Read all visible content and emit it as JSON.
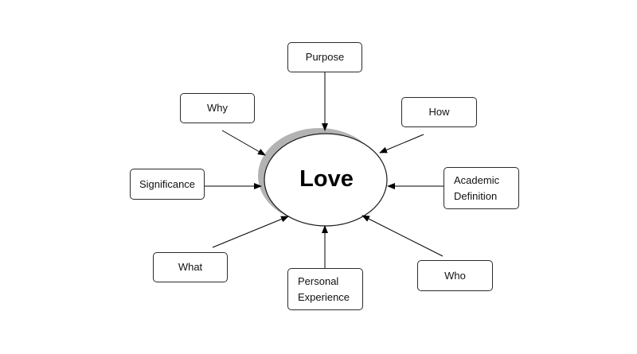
{
  "diagram": {
    "center": "Love",
    "nodes": {
      "purpose": "Purpose",
      "why": "Why",
      "how": "How",
      "significance": "Significance",
      "academic_definition": [
        "Academic",
        "Definition"
      ],
      "what": "What",
      "personal_experience": [
        "Personal",
        "Experience"
      ],
      "who": "Who"
    }
  }
}
